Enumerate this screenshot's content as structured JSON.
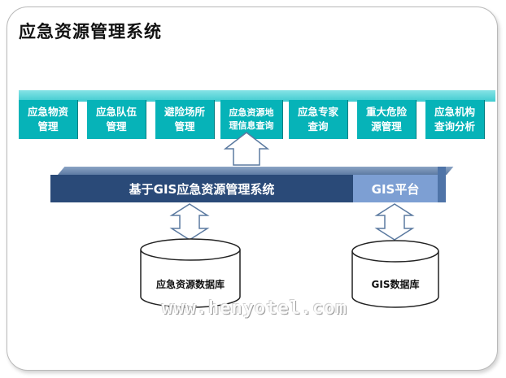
{
  "title": "应急资源管理系统",
  "modules": [
    {
      "label": "应急物资\n管理"
    },
    {
      "label": "应急队伍\n管理"
    },
    {
      "label": "避险场所\n管理"
    },
    {
      "label": "应急资源地\n理信息查询"
    },
    {
      "label": "应急专家\n查询"
    },
    {
      "label": "重大危险\n源管理"
    },
    {
      "label": "应急机构\n查询分析"
    }
  ],
  "system_bar": {
    "label": "基于GIS应急资源管理系统"
  },
  "gis_platform": {
    "label": "GIS平台"
  },
  "databases": {
    "emergency": "应急资源数据库",
    "gis": "GIS数据库"
  },
  "watermark": "www.henyotel.com",
  "colors": {
    "module_teal": "#06b3b8",
    "system_bar": "#2a4a78",
    "gis_platform": "#7d9fd3",
    "arrow_fill": "#ffffff",
    "arrow_stroke": "#5b7aa0"
  }
}
